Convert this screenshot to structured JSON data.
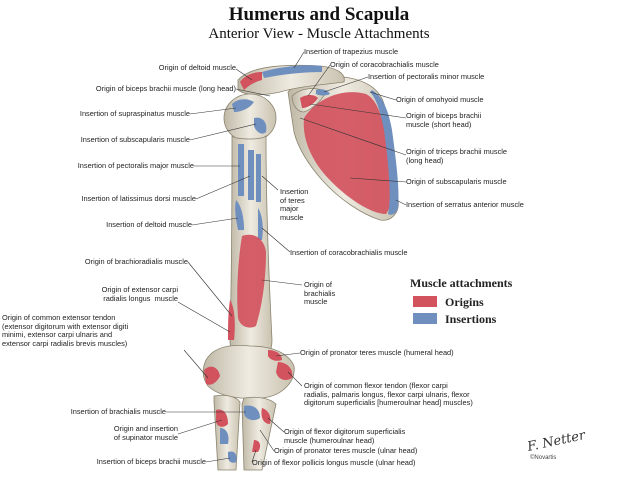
{
  "title": "Humerus and Scapula",
  "subtitle": "Anterior View - Muscle Attachments",
  "labels_left": [
    "Origin of deltoid muscle",
    "Origin of biceps brachii muscle (long  head)",
    "Insertion of supraspinatus muscle",
    "Insertion of subscapularis muscle",
    "Insertion of pectoralis major muscle",
    "Insertion of latissimus dorsi muscle",
    "Insertion of deltoid muscle",
    "Origin of brachioradialis muscle",
    "Origin of extensor carpi\nradialis longus  muscle",
    "Origin of common extensor tendon\n(extensor digitorum with extensor digiti\nminimi, extensor carpi ulnaris and\nextensor carpi radialis brevis muscles)",
    "Insertion of brachialis muscle",
    "Origin and insertion\nof supinator muscle",
    "Insertion of biceps brachii muscle"
  ],
  "labels_right": [
    "Insertion of trapezius muscle",
    "Origin of coracobrachialis muscle",
    "Insertion of pectoralis minor muscle",
    "Origin of omohyoid muscle",
    "Origin of biceps brachii\nmuscle (short head)",
    "Origin of triceps brachii muscle\n(long head)",
    "Origin of subscapularis muscle",
    "Insertion of serratus anterior muscle",
    "Insertion of coracobrachialis muscle",
    "Origin of pronator teres muscle (humeral head)",
    "Origin of common flexor tendon (flexor carpi\nradialis, palmaris longus, flexor carpi ulnaris, flexor\ndigitorum superficialis [humeroulnar head] muscles)",
    "Origin of flexor digitorum superficialis\nmuscle (humeroulnar head)",
    "Origin of pronator teres muscle (ulnar  head)",
    "Origin of flexor pollicis longus muscle (ulnar head)"
  ],
  "labels_center": [
    "Insertion\nof teres\nmajor\nmuscle",
    "Origin of\nbrachialis\nmuscle"
  ],
  "legend": {
    "title": "Muscle attachments",
    "items": [
      {
        "label": "Origins",
        "color": "#d2525e"
      },
      {
        "label": "Insertions",
        "color": "#6f8fbf"
      }
    ]
  },
  "signature": "F. Netter",
  "credit": "©Novartis",
  "colors": {
    "bone": "#e8e4d8",
    "bone_shade": "#c9c3b2",
    "origin": "#d2525e",
    "insertion": "#6f8fbf",
    "leader": "#333333"
  }
}
